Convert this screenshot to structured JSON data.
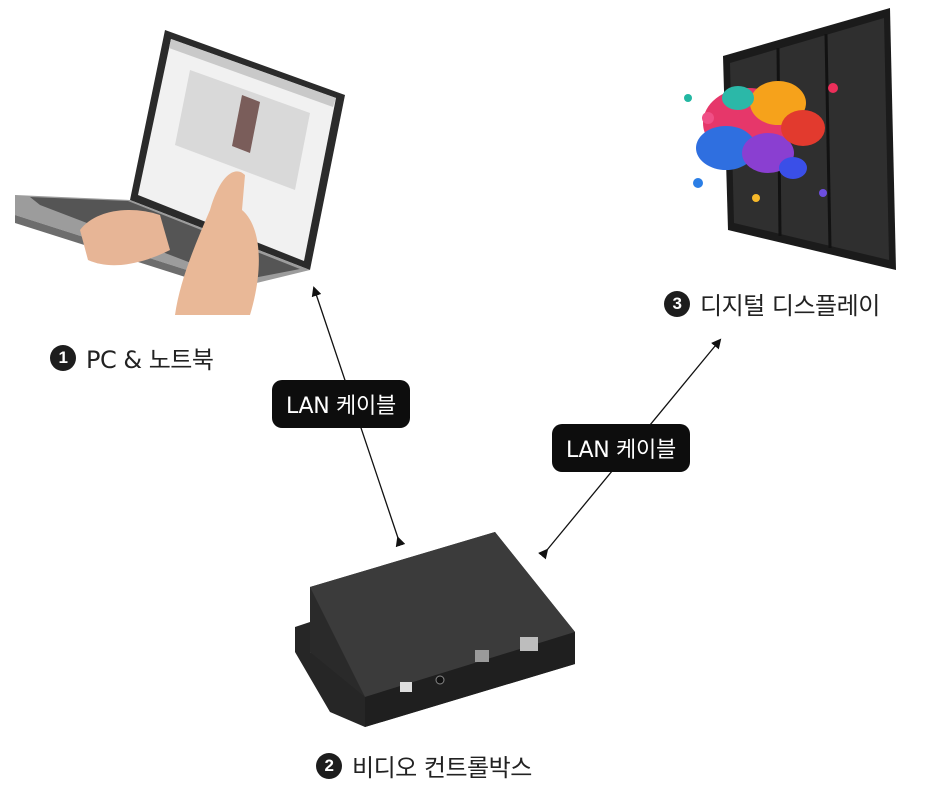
{
  "nodes": [
    {
      "id": "pc",
      "number": "1",
      "label": "PC & 노트북"
    },
    {
      "id": "controller",
      "number": "2",
      "label": "비디오 컨트롤박스"
    },
    {
      "id": "display",
      "number": "3",
      "label": "디지털 디스플레이"
    }
  ],
  "connections": [
    {
      "from": "controller",
      "to": "pc",
      "label": "LAN 케이블"
    },
    {
      "from": "controller",
      "to": "display",
      "label": "LAN 케이블"
    }
  ],
  "colors": {
    "badge": "#1d1d1d",
    "pill": "#0d0d0d",
    "arrow": "#111111"
  }
}
